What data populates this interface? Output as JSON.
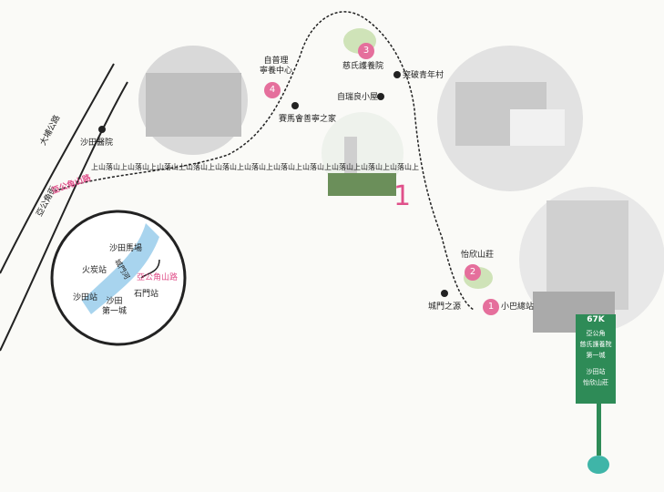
{
  "roads": {
    "tai_po_road": "大埔公路",
    "ngau_pei_sha": "亞公角街",
    "hill_road": "亞公角山路"
  },
  "stops": [
    {
      "num": "1",
      "label": "小巴總站"
    },
    {
      "num": "2",
      "label": "怡欣山莊"
    },
    {
      "num": "3",
      "label": "慈氏護養院"
    },
    {
      "num": "4",
      "label": "自普理\n寧養中心"
    }
  ],
  "places": {
    "hospital": "沙田醫院",
    "jockey": "賽馬會善寧之家",
    "kinder": "自瑞良小屋",
    "youth_village": "突破青年村",
    "gate": "城門之源"
  },
  "mid_number": "1",
  "route_text": "上山落山上山落山上山落山上山落山上山落山上山落山上山落山上山落山上山落山上山落山上山落山上山落山上山落山上山落山上山落山上山落山上山落山上山",
  "inset": {
    "racecourse": "沙田馬場",
    "fotan": "火炭站",
    "river": "城門河",
    "ak_road": "亞公角山路",
    "shatin": "沙田站",
    "shekmun": "石門站",
    "first_city": "沙田\n第一城"
  },
  "sign": {
    "route": "67K",
    "line1": "亞公角",
    "line2": "慈氏護養院",
    "line3": "第一城",
    "line4": "沙田站",
    "line5": "怡欣山莊"
  },
  "colors": {
    "pink": "#e56f9c",
    "road": "#222222",
    "river": "#a8d4ee",
    "green_blob": "#cfe3b8",
    "sign": "#2e8b57"
  }
}
